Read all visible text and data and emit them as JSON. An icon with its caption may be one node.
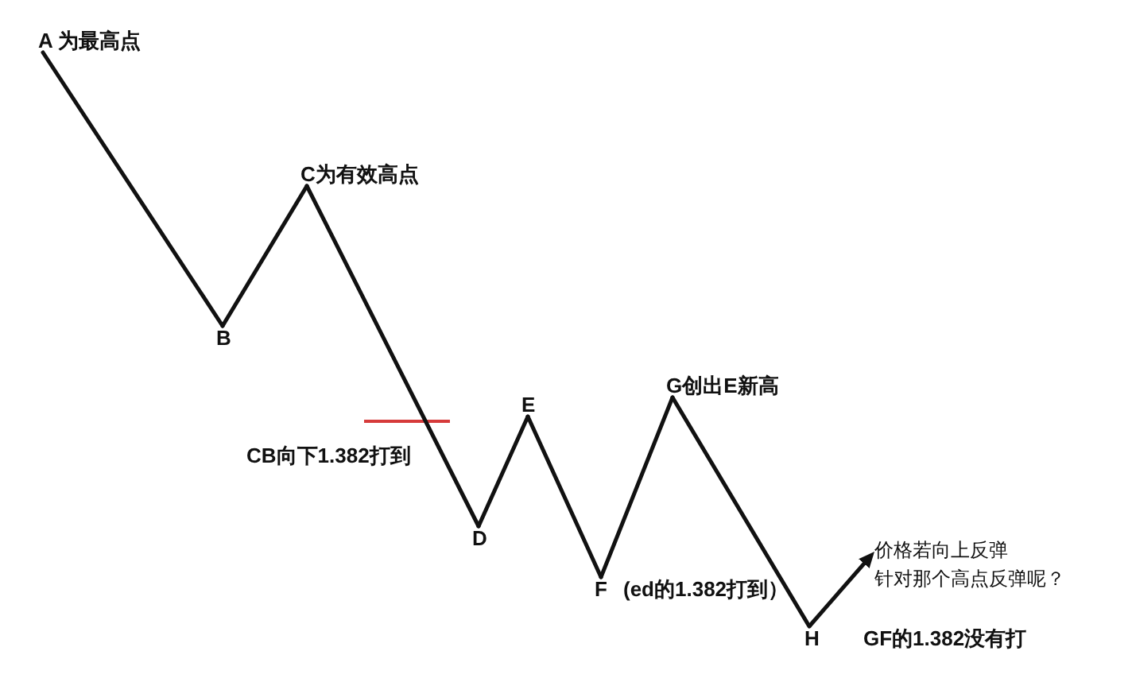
{
  "diagram": {
    "nodes": [
      {
        "text": [
          "A 为最高点"
        ]
      },
      {
        "text": [
          "B"
        ]
      },
      {
        "text": [
          "C为有效高点"
        ]
      },
      {
        "text": [
          "D"
        ]
      },
      {
        "text": [
          "E"
        ]
      },
      {
        "text": [
          "F"
        ],
        "beside": [
          "(ed的1.382打到）"
        ]
      },
      {
        "text": [
          "G创出E新高"
        ]
      },
      {
        "text": [
          "H"
        ],
        "beside": [
          "GF的1.382没有打"
        ]
      },
      {
        "text": [
          "价格若向上反弹针对那个高点反弹呢？"
        ]
      }
    ],
    "edges": [
      {
        "from": 0,
        "to": 1,
        "arrow": "none"
      },
      {
        "from": 1,
        "to": 2,
        "arrow": "none"
      },
      {
        "from": 2,
        "to": 3,
        "arrow": "none"
      },
      {
        "from": 3,
        "to": 4,
        "arrow": "none"
      },
      {
        "from": 4,
        "to": 5,
        "arrow": "none"
      },
      {
        "from": 5,
        "to": 6,
        "arrow": "none"
      },
      {
        "from": 6,
        "to": 7,
        "arrow": "none"
      },
      {
        "from": 7,
        "to": 8,
        "arrow": "to"
      }
    ],
    "labels": [
      "CB向下1.382打到"
    ]
  }
}
